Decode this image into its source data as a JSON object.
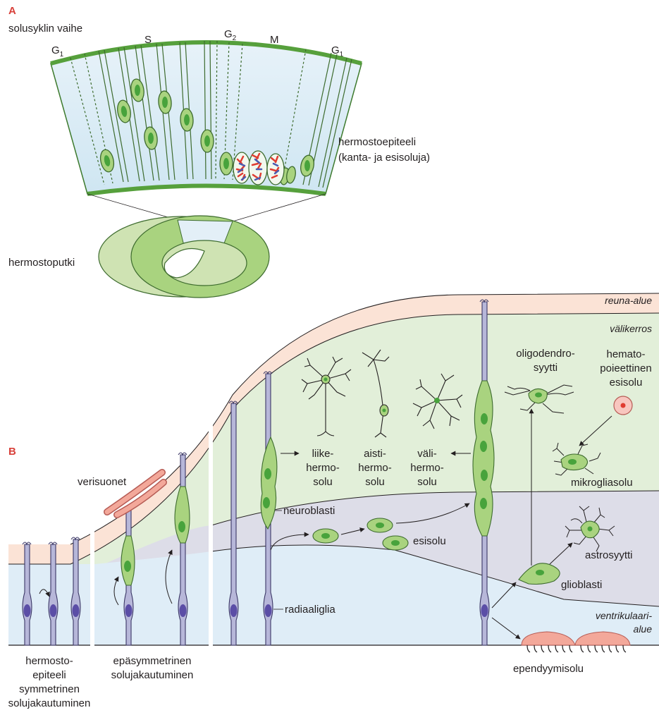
{
  "panels": {
    "a": "A",
    "b": "B"
  },
  "panel_a": {
    "cycle_title": "solusyklin vaihe",
    "phases": [
      "G1",
      "S",
      "G2",
      "M",
      "G1"
    ],
    "epithelium_label_1": "hermostoepiteeli",
    "epithelium_label_2": "(kanta- ja esisoluja)",
    "tube_label": "hermostoputki"
  },
  "panel_b": {
    "zones": {
      "marginal": "reuna-alue",
      "intermediate": "välikerros",
      "ventricular_1": "ventrikulaari-",
      "ventricular_2": "alue"
    },
    "cells": {
      "motor": [
        "liike-",
        "hermo-",
        "solu"
      ],
      "sensory": [
        "aisti-",
        "hermo-",
        "solu"
      ],
      "inter": [
        "väli-",
        "hermo-",
        "solu"
      ],
      "oligo": [
        "oligodendro-",
        "syytti"
      ],
      "hemato": [
        "hemato-",
        "poieettinen",
        "esisolu"
      ],
      "microglia": "mikrogliasolu",
      "astro": "astrosyytti",
      "glioblast": "glioblasti",
      "neuroblast": "neuroblasti",
      "progenitor": "esisolu",
      "radial": "radiaaliglia",
      "ependymal": "ependyymisolu",
      "vessels": "verisuonet"
    },
    "captions": {
      "sym": [
        "hermosto-",
        "epiteeli",
        "symmetrinen",
        "solujakautuminen"
      ],
      "asym": [
        "epäsymmetrinen",
        "solujakautuminen"
      ]
    }
  },
  "colors": {
    "accent_red": "#d8403a",
    "radial_glia": "#b7b7d9",
    "nucleus": "#5b4ea6",
    "green_cell": "#a9d37f",
    "green_nucleus": "#48a33c",
    "intermediate_zone": "#e2efd9",
    "marginal_zone": "#fbe3d6",
    "mantle_zone": "#dddde8",
    "ventricular_zone": "#dfedf7",
    "ependymal": "#f3a89a"
  }
}
